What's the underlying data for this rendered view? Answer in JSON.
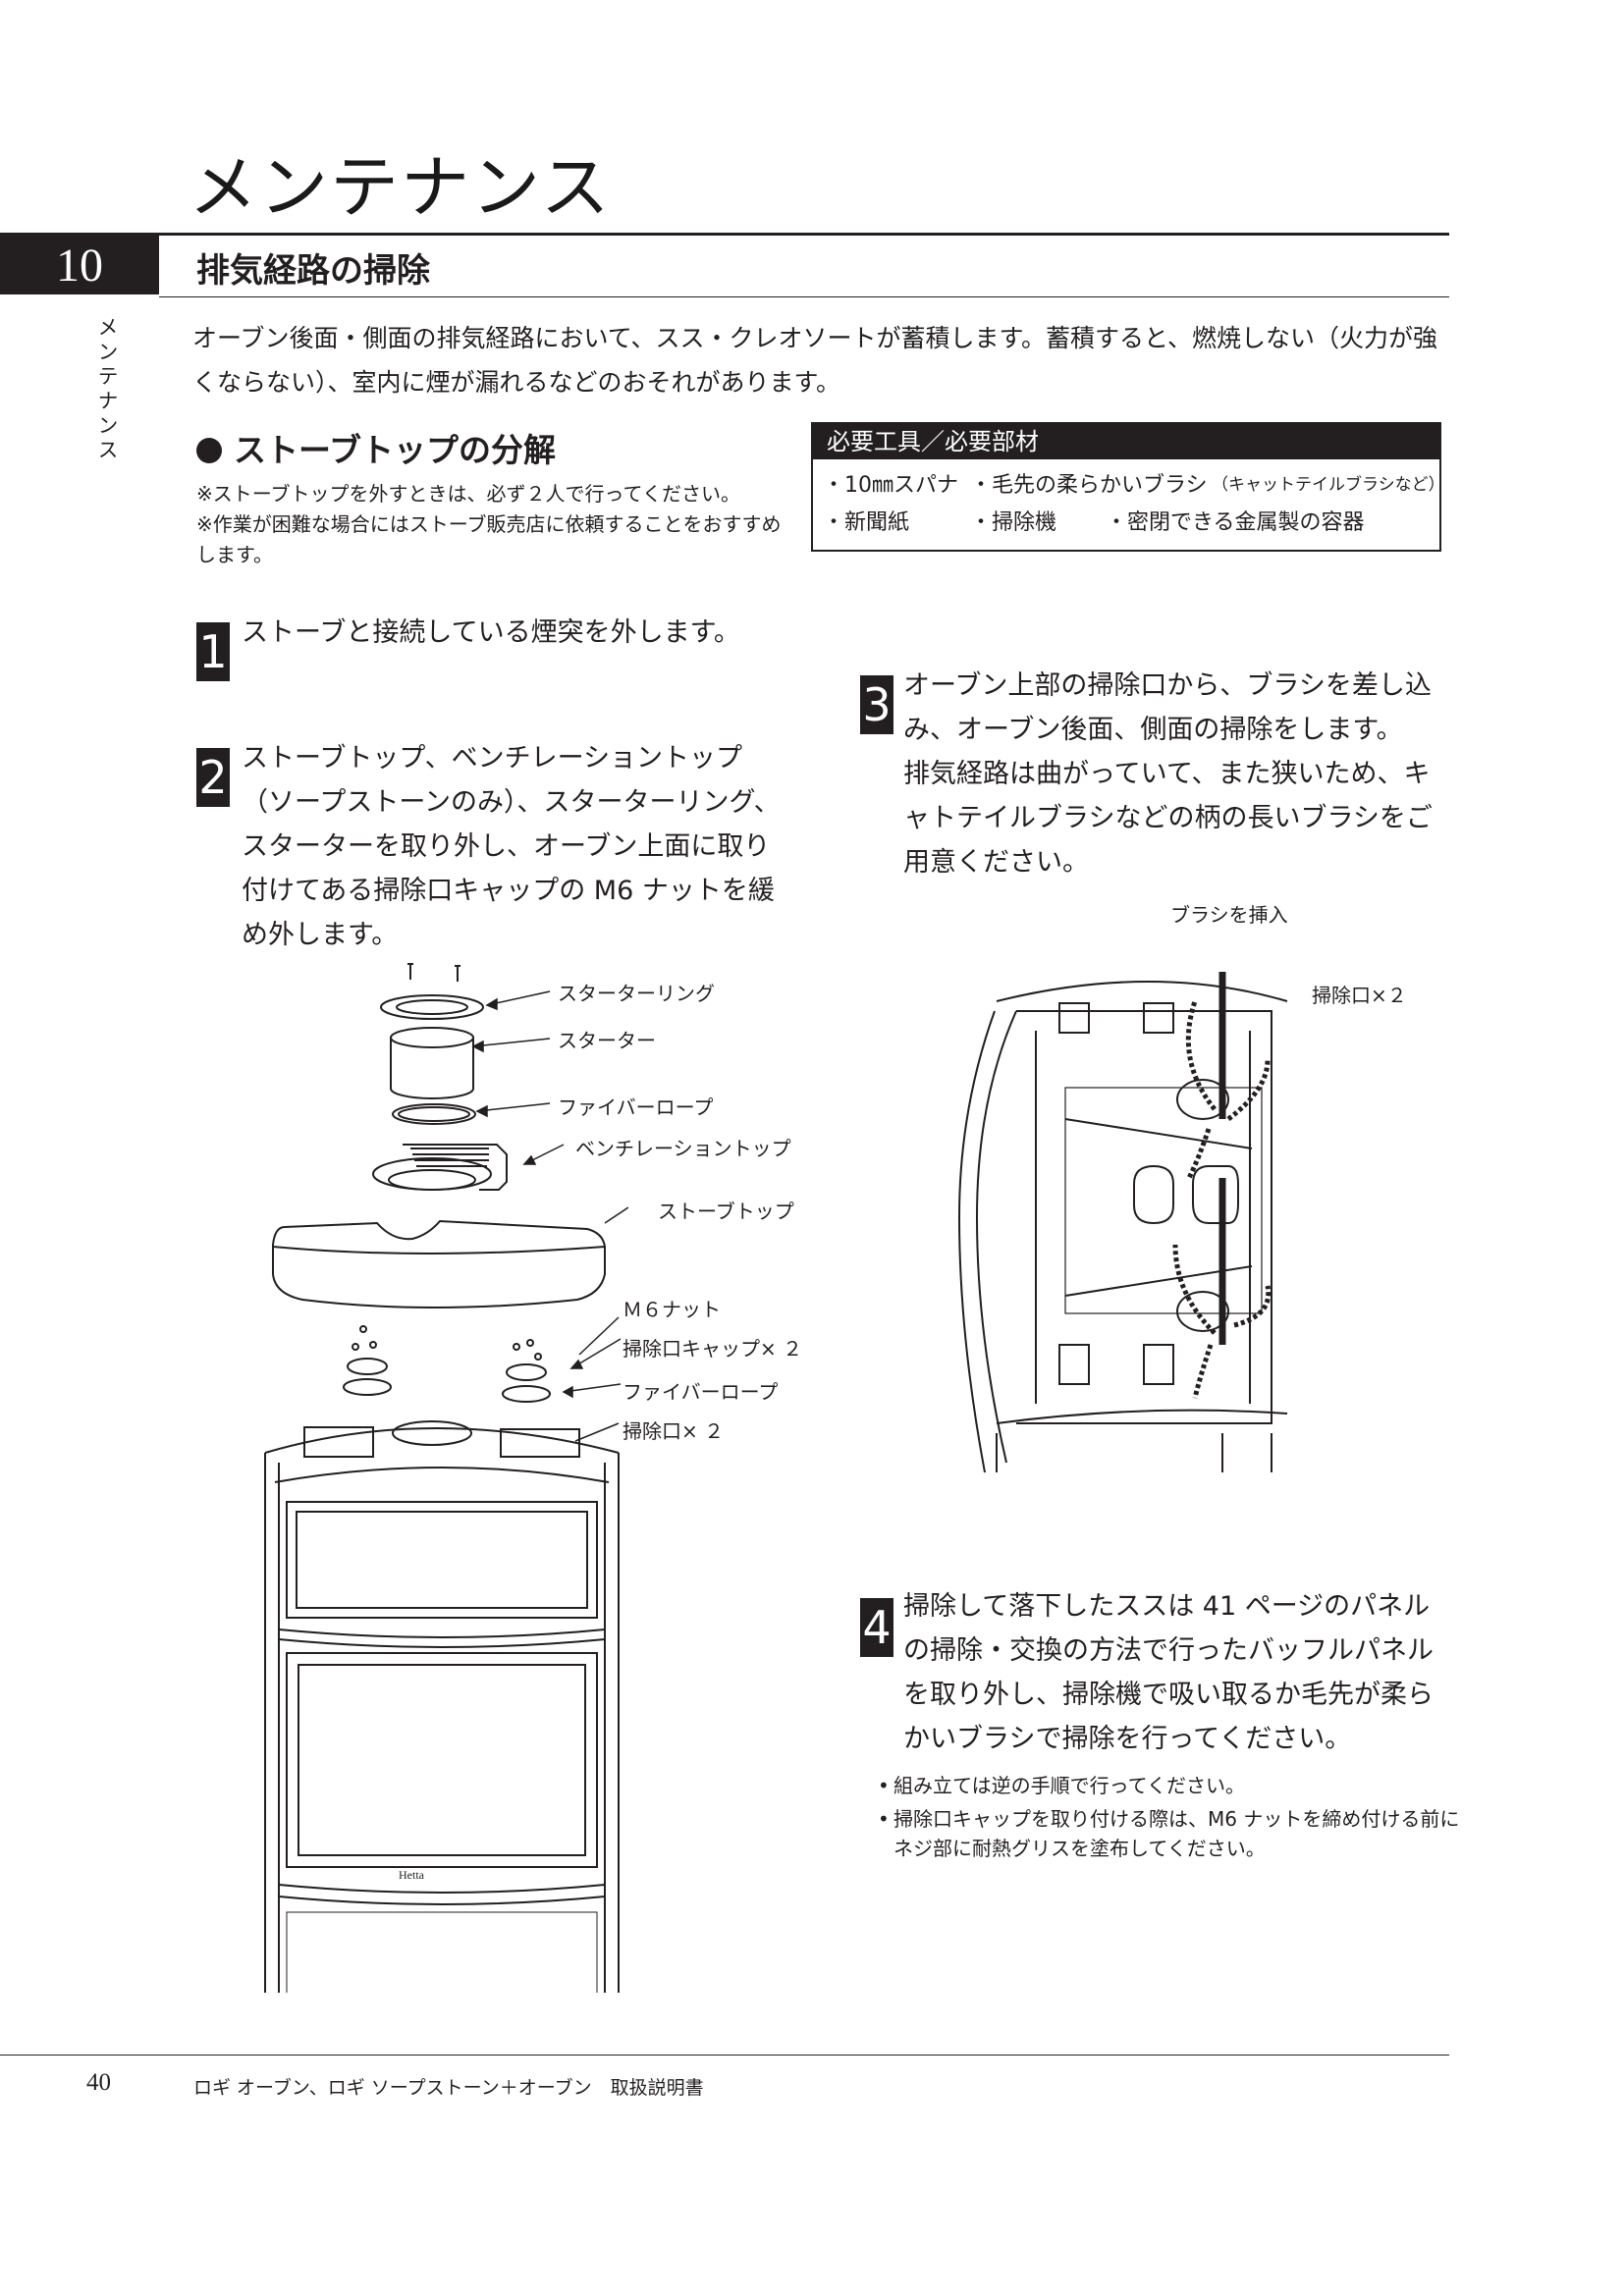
{
  "chapter_title": "メンテナンス",
  "section": {
    "number": "10",
    "title": "排気経路の掃除"
  },
  "side_tab": "メンテナンス",
  "intro": "オーブン後面・側面の排気経路において、スス・クレオソートが蓄積します。蓄積すると、燃焼しない（火力が強くならない）、室内に煙が漏れるなどのおそれがあります。",
  "subsection": {
    "title": "ストーブトップの分解",
    "note1": "※ストーブトップを外すときは、必ず２人で行ってください。",
    "note2": "※作業が困難な場合にはストーブ販売店に依頼することをおすすめします。"
  },
  "tools": {
    "title": "必要工具／必要部材",
    "item1": "・10㎜スパナ",
    "item2": "・毛先の柔らかいブラシ",
    "item2_note": "（キャットテイルブラシなど）",
    "item3": "・新聞紙",
    "item4": "・掃除機",
    "item5": "・密閉できる金属製の容器"
  },
  "steps": [
    {
      "num": "1",
      "text": "ストーブと接続している煙突を外します。"
    },
    {
      "num": "2",
      "text": "ストーブトップ、ベンチレーショントップ（ソープストーンのみ）、スターターリング、スターターを取り外し、オーブン上面に取り付けてある掃除口キャップの M6 ナットを緩め外します。"
    },
    {
      "num": "3",
      "text": "オーブン上部の掃除口から、ブラシを差し込み、オーブン後面、側面の掃除をします。",
      "sub": "排気経路は曲がっていて、また狭いため、キャトテイルブラシなどの柄の長いブラシをご用意ください。"
    },
    {
      "num": "4",
      "text": "掃除して落下したススは 41 ページのパネルの掃除・交換の方法で行ったバッフルパネルを取り外し、掃除機で吸い取るか毛先が柔らかいブラシで掃除を行ってください。"
    }
  ],
  "figure1": {
    "labels": {
      "starter_ring": "スターターリング",
      "starter": "スターター",
      "fiber_rope1": "ファイバーロープ",
      "vent_top": "ベンチレーショントップ",
      "stove_top": "ストーブトップ",
      "m6_nut": "Ｍ６ナット",
      "cap": "掃除口キャップ× ２",
      "fiber_rope2": "ファイバーロープ",
      "port": "掃除口× ２"
    },
    "brand": "Hetta"
  },
  "figure2": {
    "labels": {
      "brush": "ブラシを挿入",
      "port": "掃除口×２"
    }
  },
  "bullets": [
    "組み立ては逆の手順で行ってください。",
    "掃除口キャップを取り付ける際は、M6 ナットを締め付ける前にネジ部に耐熱グリスを塗布してください。"
  ],
  "footer": {
    "page": "40",
    "title": "ロギ オーブン、ロギ ソープストーン＋オーブン　取扱説明書"
  }
}
